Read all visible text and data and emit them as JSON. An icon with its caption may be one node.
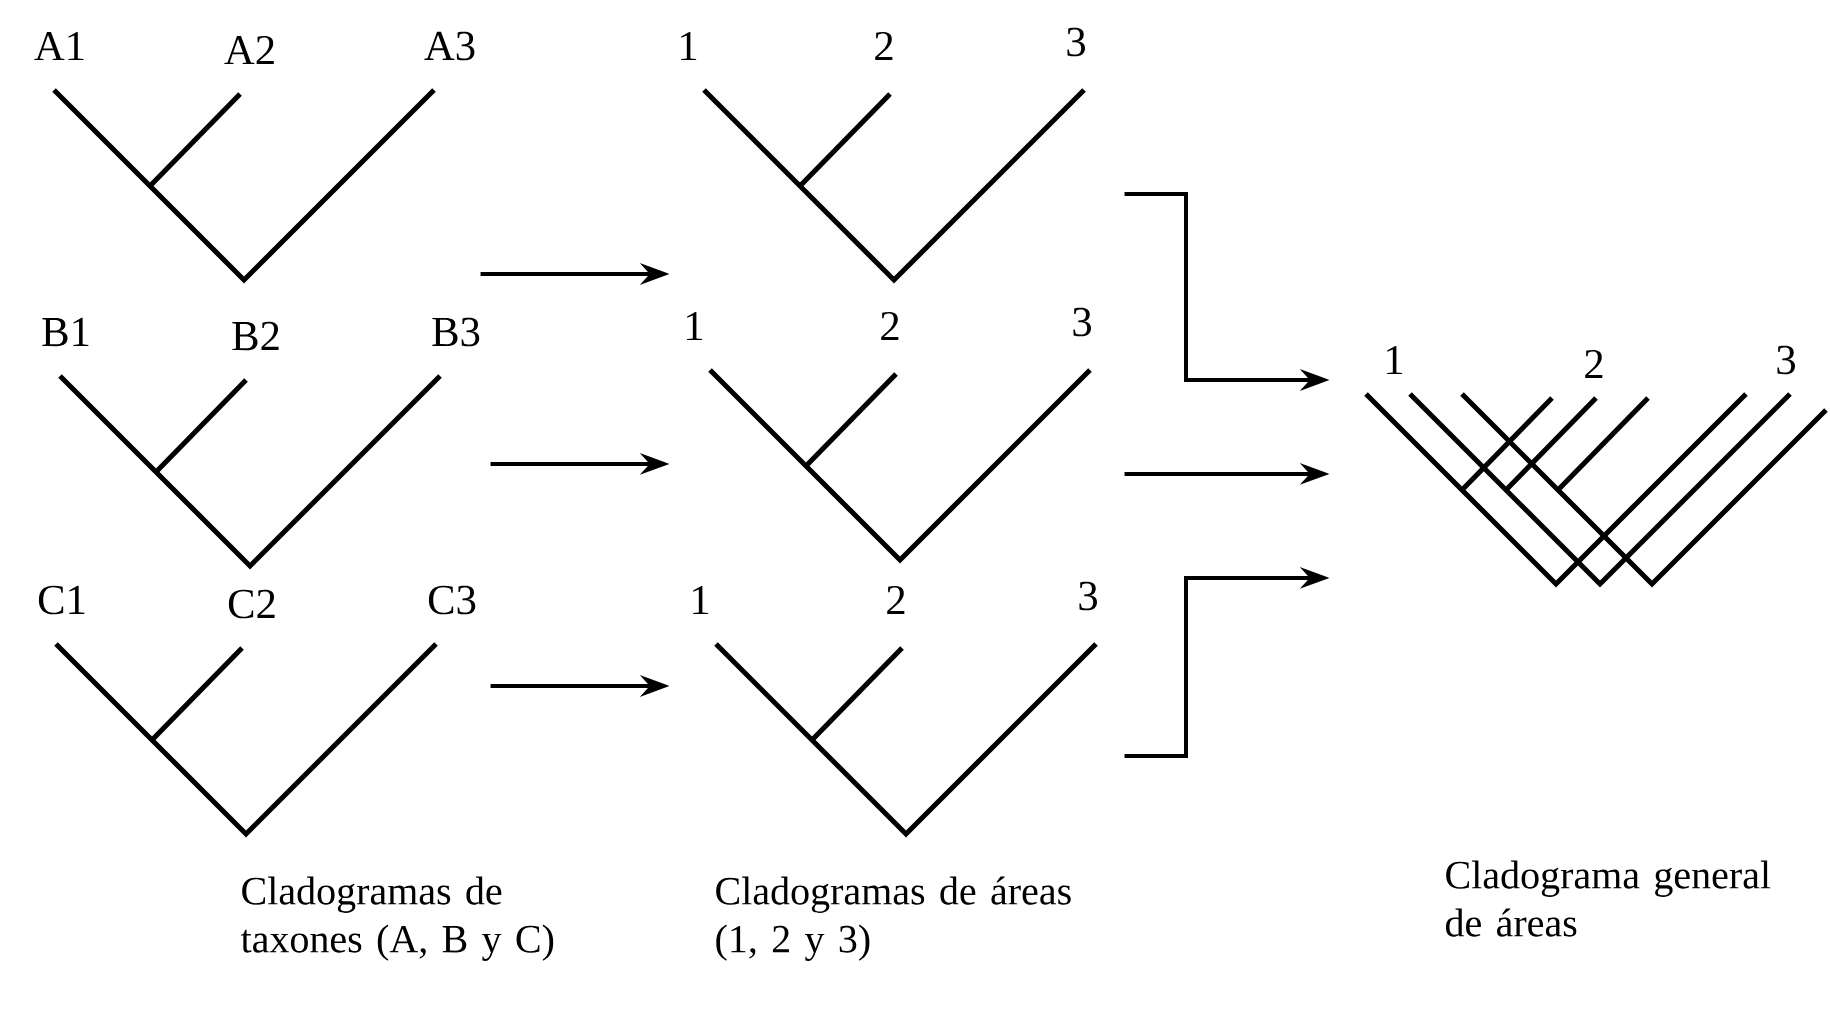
{
  "diagram": {
    "nodes": [
      {
        "text": [
          "A1",
          "A2",
          "A3"
        ]
      },
      {
        "text": [
          "B1",
          "B2",
          "B3"
        ]
      },
      {
        "text": [
          "C1",
          "C2",
          "C3"
        ]
      },
      {
        "text": [
          "1",
          "2",
          "3"
        ]
      },
      {
        "text": [
          "1",
          "2",
          "3"
        ]
      },
      {
        "text": [
          "1",
          "2",
          "3"
        ]
      },
      {
        "text": [
          "1",
          "2",
          "3"
        ]
      }
    ],
    "edges": [
      {
        "from": 0,
        "to": 3,
        "arrow": "to"
      },
      {
        "from": 1,
        "to": 4,
        "arrow": "to"
      },
      {
        "from": 2,
        "to": 5,
        "arrow": "to"
      },
      {
        "from": 3,
        "to": 6,
        "arrow": "to"
      },
      {
        "from": 4,
        "to": 6,
        "arrow": "to"
      },
      {
        "from": 5,
        "to": 6,
        "arrow": "to"
      }
    ],
    "labels": [
      "Cladogramas de taxones (A, B y C)",
      "Cladogramas de áreas (1, 2 y 3)",
      "Cladograma general de áreas"
    ]
  }
}
